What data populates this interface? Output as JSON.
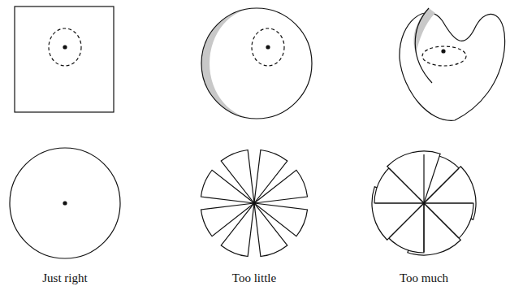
{
  "diagram": {
    "labels": [
      "Just right",
      "Too little",
      "Too much"
    ]
  }
}
